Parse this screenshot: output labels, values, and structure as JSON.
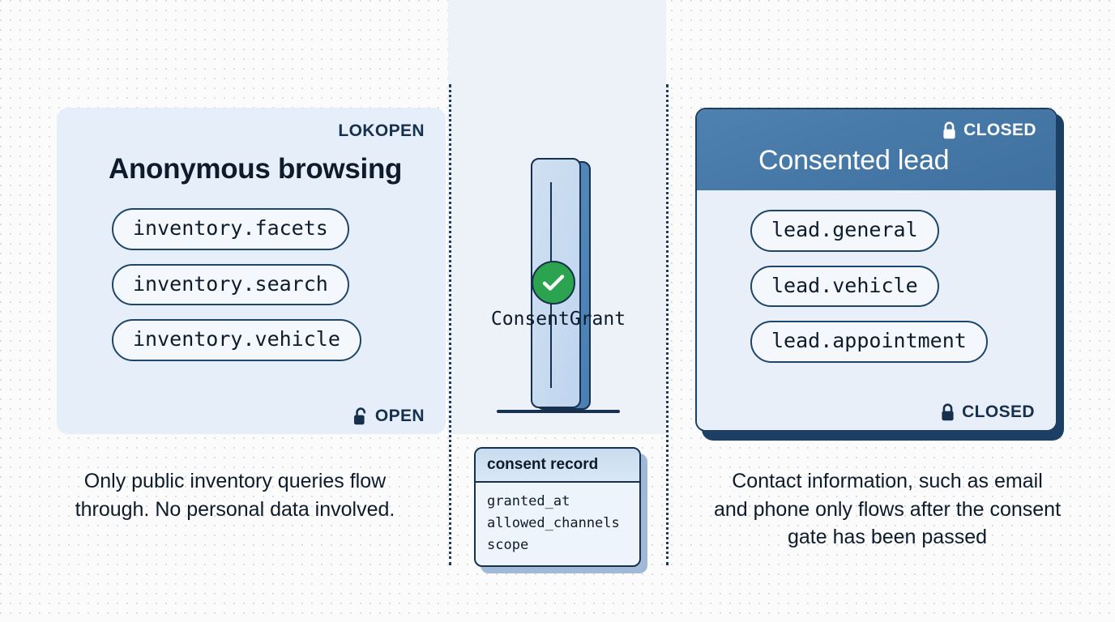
{
  "left_panel": {
    "eyebrow": "LOKOPEN",
    "title": "Anonymous browsing",
    "chips": [
      {
        "label": "inventory.facets"
      },
      {
        "label": "inventory.search"
      },
      {
        "label": "inventory.vehicle"
      }
    ],
    "badge": {
      "icon": "unlock-icon",
      "label": "OPEN"
    },
    "caption": "Only public inventory queries flow through. No personal data involved."
  },
  "gate": {
    "label": "ConsentGrant",
    "status_icon": "check-circle-icon"
  },
  "consent_record": {
    "title": "consent record",
    "fields": [
      "granted_at",
      "allowed_channels",
      "scope"
    ]
  },
  "right_panel": {
    "eyebrow": {
      "icon": "lock-icon",
      "label": "CLOSED"
    },
    "title": "Consented lead",
    "chips": [
      {
        "label": "lead.general"
      },
      {
        "label": "lead.vehicle"
      },
      {
        "label": "lead.appointment"
      }
    ],
    "badge": {
      "icon": "lock-icon",
      "label": "CLOSED"
    },
    "caption": "Contact information, such as email and phone only flows after the consent gate has been passed"
  },
  "colors": {
    "navy": "#16304e",
    "panel_blue": "#e6eefa",
    "header_blue": "#4e81b0",
    "accent_green": "#2ca34f",
    "page_bg": "#fbfbfc"
  }
}
